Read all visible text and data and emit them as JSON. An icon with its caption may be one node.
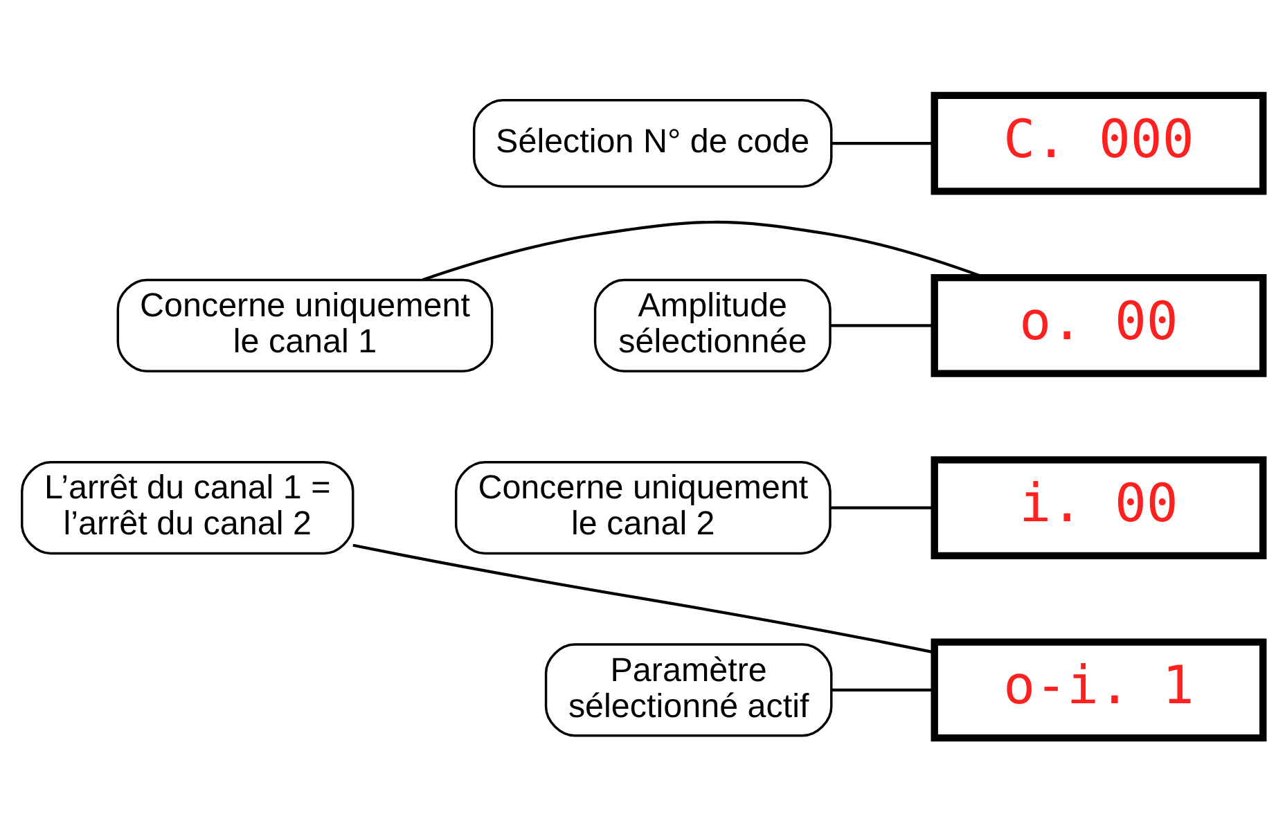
{
  "diagram": {
    "nodes": [
      {
        "text": [
          "C. 000"
        ]
      },
      {
        "text": [
          "Sélection N° de code"
        ]
      },
      {
        "text": [
          "Concerne uniquement le canal 1"
        ]
      },
      {
        "text": [
          "o. 00"
        ]
      },
      {
        "text": [
          "Amplitude sélectionnée"
        ]
      },
      {
        "text": [
          "Concerne uniquement le canal 2"
        ]
      },
      {
        "text": [
          "i. 00"
        ]
      },
      {
        "text": [
          "Paramètre sélectionné actif"
        ]
      },
      {
        "text": [
          "o-i. 1"
        ]
      },
      {
        "text": [
          "L’arrêt du canal 1 = l’arrêt du canal 2"
        ]
      }
    ],
    "edges": [
      {
        "from": 1,
        "to": 0,
        "arrow": "none"
      },
      {
        "from": 2,
        "to": 3,
        "arrow": "none"
      },
      {
        "from": 4,
        "to": 3,
        "arrow": "none"
      },
      {
        "from": 5,
        "to": 6,
        "arrow": "none"
      },
      {
        "from": 7,
        "to": 8,
        "arrow": "none"
      },
      {
        "from": 9,
        "to": 8,
        "arrow": "none"
      }
    ]
  }
}
